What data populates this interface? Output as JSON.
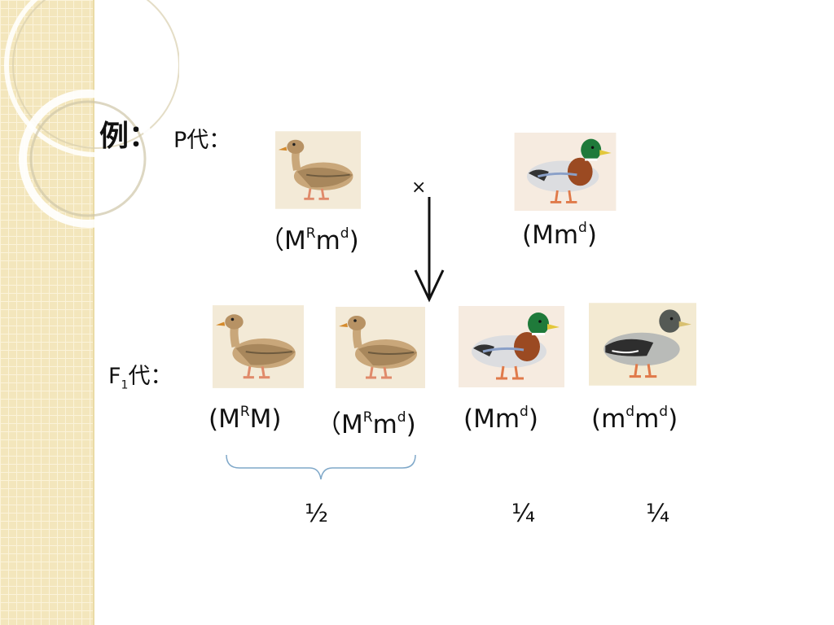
{
  "title": {
    "li": "例：",
    "p_gen": "P代："
  },
  "f1": {
    "prefix": "F",
    "sub": "1",
    "suffix": "代："
  },
  "cross_symbol": "×",
  "parents": [
    {
      "g1": "（M",
      "s1": "R",
      "g2": "m",
      "s2": "d",
      "g3": ")",
      "duck": "female-duck"
    },
    {
      "g1": "(Mm",
      "s1": "d",
      "g2": ")",
      "s2": "",
      "g3": "",
      "duck": "mallard-male-duck"
    }
  ],
  "offspring": [
    {
      "g1": "(M",
      "s1": "R",
      "g2": "M)",
      "s2": "",
      "g3": "",
      "duck": "female-duck"
    },
    {
      "g1": "（M",
      "s1": "R",
      "g2": "m",
      "s2": "d",
      "g3": ")",
      "duck": "female-duck"
    },
    {
      "g1": "(Mm",
      "s1": "d",
      "g2": ")",
      "s2": "",
      "g3": "",
      "duck": "mallard-male-duck"
    },
    {
      "g1": "(m",
      "s1": "d",
      "g2": "m",
      "s2": "d",
      "g3": ")",
      "duck": "dusky-duck"
    }
  ],
  "fractions": [
    "½",
    "¼",
    "¼"
  ],
  "colors": {
    "sidebar": "#f3e6bc",
    "brace": "#7fa8c9",
    "arrow": "#111111"
  }
}
